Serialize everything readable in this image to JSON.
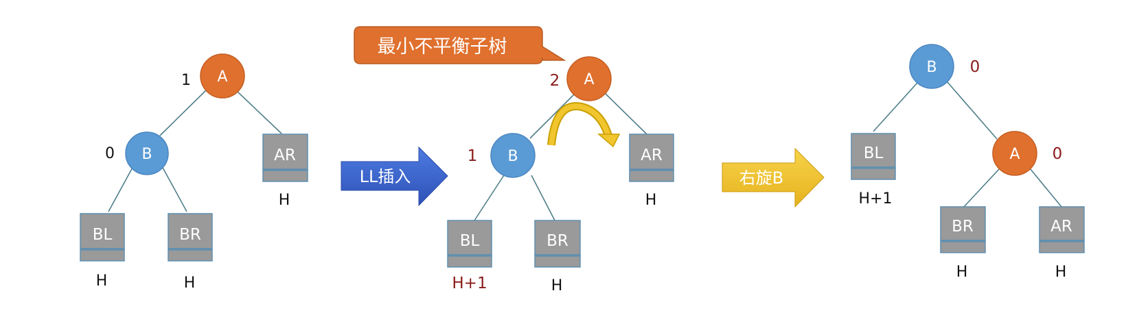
{
  "colors": {
    "node_orange": "#e0702e",
    "node_blue": "#5b9bd5",
    "box_gray": "#9a9a9a",
    "box_border": "#5f8fb0",
    "edge": "#4f7f8a",
    "dark_red": "#8b1a1a",
    "arrow_blue": "#3a62c9",
    "arrow_yellow": "#f2c230",
    "callout": "#e0702e"
  },
  "callout": {
    "text": "最小不平衡子树"
  },
  "arrows": {
    "ll_insert": "LL插入",
    "rotate_right": "右旋B"
  },
  "trees": {
    "before": {
      "node_A": {
        "label": "A",
        "balance": "1"
      },
      "node_B": {
        "label": "B",
        "balance": "0"
      },
      "box_BL": {
        "label": "BL",
        "height": "H"
      },
      "box_BR": {
        "label": "BR",
        "height": "H"
      },
      "box_AR": {
        "label": "AR",
        "height": "H"
      }
    },
    "after_insert": {
      "node_A": {
        "label": "A",
        "balance": "2"
      },
      "node_B": {
        "label": "B",
        "balance": "1"
      },
      "box_BL": {
        "label": "BL",
        "height": "H+1"
      },
      "box_BR": {
        "label": "BR",
        "height": "H"
      },
      "box_AR": {
        "label": "AR",
        "height": "H"
      }
    },
    "after_rotate": {
      "node_B": {
        "label": "B",
        "balance": "0"
      },
      "node_A": {
        "label": "A",
        "balance": "0"
      },
      "box_BL": {
        "label": "BL",
        "height": "H+1"
      },
      "box_BR": {
        "label": "BR",
        "height": "H"
      },
      "box_AR": {
        "label": "AR",
        "height": "H"
      }
    }
  }
}
